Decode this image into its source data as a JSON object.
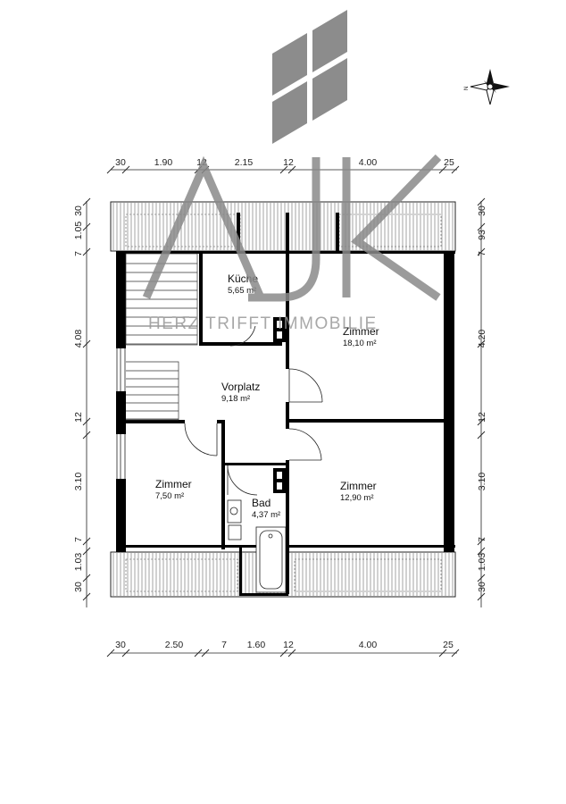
{
  "brand": {
    "monogram": "AJK",
    "tagline": "HERZ TRIFFT IMMOBILIE"
  },
  "compass": {
    "north_label": "N"
  },
  "dims_top": [
    "30",
    "1.90",
    "12",
    "2.15",
    "12",
    "4.00",
    "25"
  ],
  "dims_bottom": [
    "30",
    "2.50",
    "7",
    "1.60",
    "12",
    "4.00",
    "25"
  ],
  "dims_left": [
    "30",
    "1.05",
    "7",
    "4.08",
    "12",
    "3.10",
    "7",
    "1.03",
    "30"
  ],
  "dims_right": [
    "30",
    "93",
    "7",
    "4.20",
    "12",
    "3.10",
    "7",
    "1.03",
    "30"
  ],
  "rooms": [
    {
      "name": "Küche",
      "area": "5,65 m²"
    },
    {
      "name": "Zimmer",
      "area": "18,10 m²"
    },
    {
      "name": "Vorplatz",
      "area": "9,18 m²"
    },
    {
      "name": "Zimmer",
      "area": "7,50 m²"
    },
    {
      "name": "Bad",
      "area": "4,37 m²"
    },
    {
      "name": "Zimmer",
      "area": "12,90 m²"
    }
  ],
  "colors": {
    "wall": "#000000",
    "watermark": "#8a8a8a",
    "roof_hatch": "#555555"
  }
}
